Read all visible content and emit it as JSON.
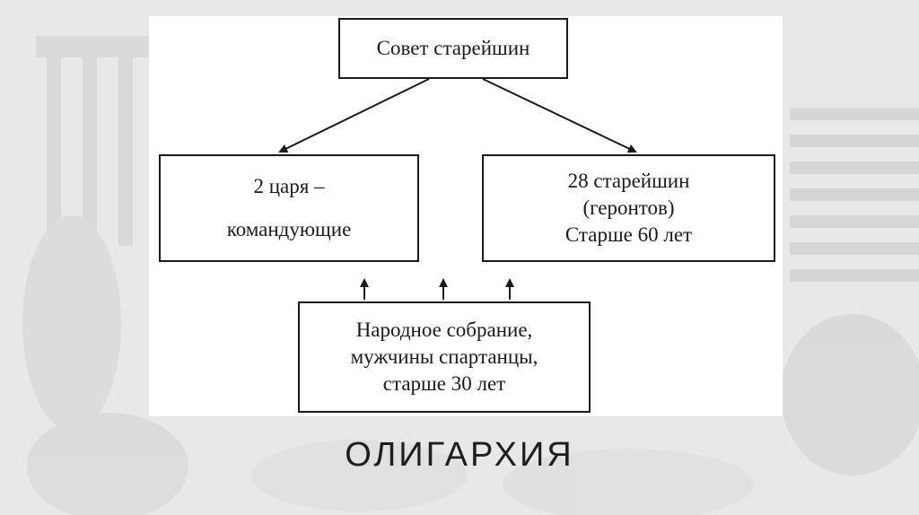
{
  "diagram": {
    "top_box": {
      "line1": "Совет старейшин"
    },
    "left_box": {
      "line1": "2 царя –",
      "line2": "командующие"
    },
    "right_box": {
      "line1": "28 старейшин",
      "line2": "(геронтов)",
      "line3": "Старше 60 лет"
    },
    "bottom_box": {
      "line1": "Народное собрание,",
      "line2": "мужчины спартанцы,",
      "line3": "старше 30 лет"
    }
  },
  "caption": "ОЛИГАРХИЯ"
}
